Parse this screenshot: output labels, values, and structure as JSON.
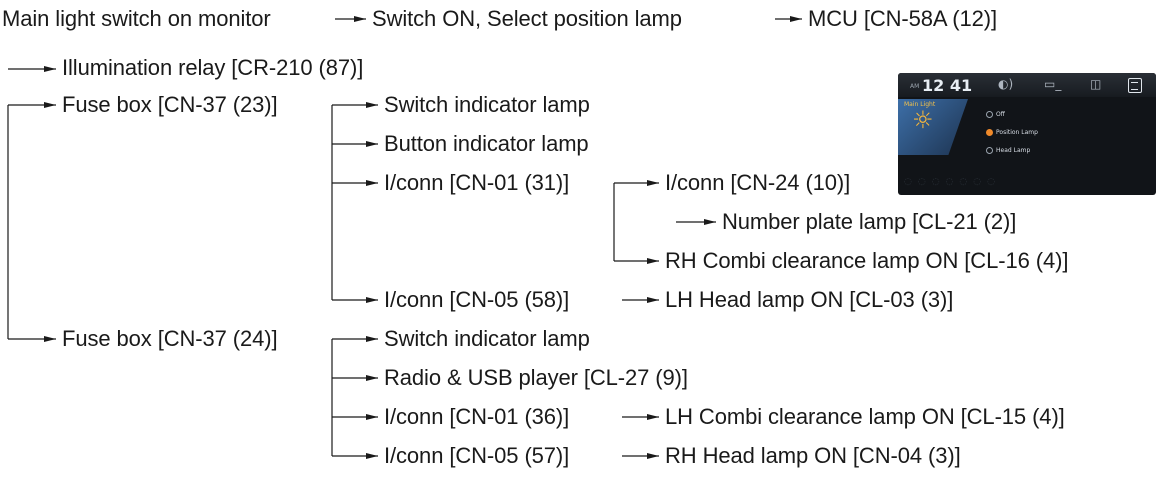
{
  "header": {
    "step_1": "Main light switch on monitor",
    "step_2": "Switch ON, Select position lamp",
    "step_3": "MCU [CN-58A (12)]"
  },
  "nodes": {
    "illumination_relay": "Illumination relay [CR-210 (87)]",
    "fuse_box_23": "Fuse box [CN-37 (23)]",
    "fuse_box_23_switch_indicator": "Switch indicator lamp",
    "fuse_box_23_button_indicator": "Button indicator lamp",
    "iconn_cn01_31": "I/conn [CN-01 (31)]",
    "iconn_cn24_10": "I/conn [CN-24 (10)]",
    "number_plate_lamp": "Number plate lamp [CL-21 (2)]",
    "rh_combi_clearance": "RH Combi clearance lamp ON [CL-16 (4)]",
    "iconn_cn05_58": "I/conn [CN-05 (58)]",
    "lh_head_lamp": "LH Head lamp ON [CL-03 (3)]",
    "fuse_box_24": "Fuse box [CN-37 (24)]",
    "fuse_box_24_switch_indicator": "Switch indicator lamp",
    "radio_usb": "Radio & USB player [CL-27 (9)]",
    "iconn_cn01_36": "I/conn [CN-01 (36)]",
    "lh_combi_clearance": "LH Combi clearance lamp ON [CL-15 (4)]",
    "iconn_cn05_57": "I/conn [CN-05 (57)]",
    "rh_head_lamp": "RH Head lamp ON [CN-04 (3)]"
  },
  "monitor": {
    "ampm": "AM",
    "time": "12 41",
    "screen_title": "Main Light",
    "options": [
      "Off",
      "Position Lamp",
      "Head Lamp"
    ],
    "selected_option": "Position Lamp",
    "icons": [
      "volume-icon",
      "media-icon",
      "screen-icon",
      "menu-icon",
      "bulb-icon"
    ]
  },
  "colors": {
    "line": "#1a1a1a",
    "monitor_bg": "#111418",
    "monitor_accent": "#f08a2a",
    "bulb": "#f6b73c",
    "panel": "#3d6fa8"
  }
}
